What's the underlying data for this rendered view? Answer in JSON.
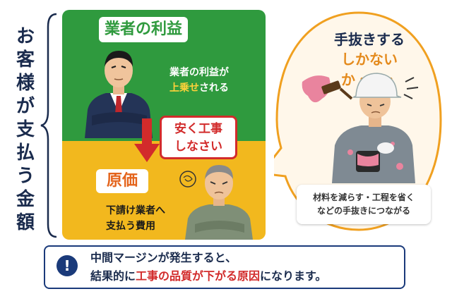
{
  "side_title": [
    "お",
    "客",
    "様",
    "が",
    "支",
    "払",
    "う",
    "金",
    "額"
  ],
  "top_section": {
    "label": "業者の利益",
    "desc_line1": "業者の利益が",
    "desc_line2_highlight": "上乗せ",
    "desc_line2_rest": "される"
  },
  "arrow_bubble": {
    "line1": "安く工事",
    "line2": "しなさい"
  },
  "bottom_section": {
    "label": "原価",
    "desc_line1": "下請け業者へ",
    "desc_line2": "支払う費用"
  },
  "thought_bubble": {
    "title1": "手抜きする",
    "title2": "しかないか・・・",
    "note_line1": "材料を減らす・工程を省く",
    "note_line2": "などの手抜きにつながる"
  },
  "footer": {
    "icon": "!",
    "line1": "中間マージンが発生すると、",
    "line2_a": "結果的に",
    "line2_b": "工事の品質が下がる原因",
    "line2_c": "になります。"
  },
  "colors": {
    "green": "#2f9a3e",
    "yellow": "#f2b81e",
    "navy": "#1a3a7a",
    "red": "#d22b2b",
    "orange": "#e48a1c"
  }
}
